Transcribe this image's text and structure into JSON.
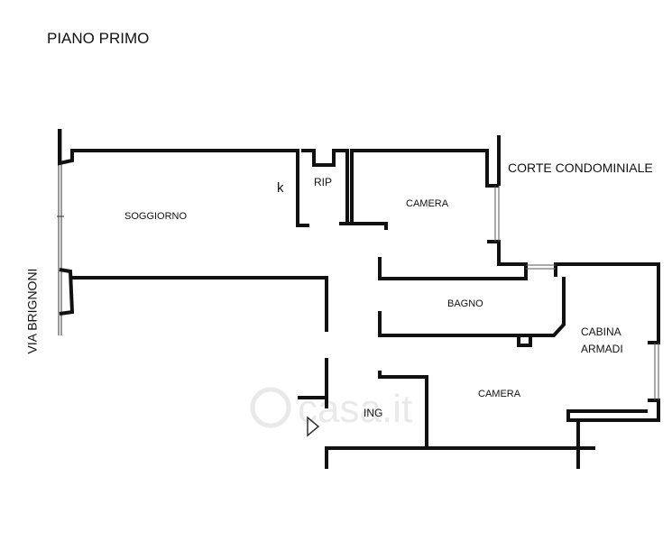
{
  "title": "PIANO PRIMO",
  "street_label": "VIA BRIGNONI",
  "courtyard_label": "CORTE CONDOMINIALE",
  "rooms": {
    "soggiorno": "SOGGIORNO",
    "kitchen": "k",
    "ripostiglio": "RIP",
    "camera_1": "CAMERA",
    "bagno": "BAGNO",
    "cabina_line1": "CABINA",
    "cabina_line2": "ARMADI",
    "camera_2": "CAMERA",
    "ingresso": "ING"
  },
  "watermark": "casa.it"
}
